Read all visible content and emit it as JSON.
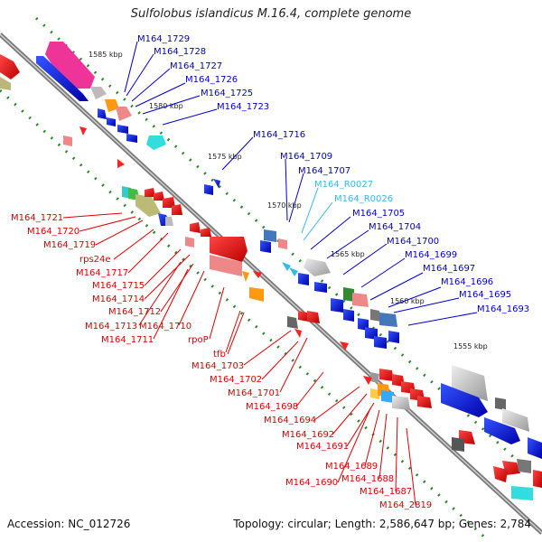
{
  "title": "Sulfolobus islandicus M.16.4, complete genome",
  "accession": "Accession: NC_012726",
  "footer": "Topology: circular; Length: 2,586,647 bp; Genes: 2,784",
  "colors": {
    "forward_label": "#0000cc",
    "reverse_label": "#dd0000",
    "rna_label": "#33bbee",
    "backbone": "#888888",
    "tick": "#228822"
  },
  "scale_labels": [
    "1585 kbp",
    "1580 kbp",
    "1575 kbp",
    "1570 kbp",
    "1565 kbp",
    "1560 kbp",
    "1555 kbp"
  ],
  "forward_labels": [
    "M164_1729",
    "M164_1728",
    "M164_1727",
    "M164_1726",
    "M164_1725",
    "M164_1723",
    "M164_1716",
    "M164_1709",
    "M164_1707",
    "M164_R0027",
    "M164_R0026",
    "M164_1705",
    "M164_1704",
    "M164_1700",
    "M164_1699",
    "M164_1697",
    "M164_1696",
    "M164_1695",
    "M164_1693"
  ],
  "reverse_labels_left": [
    "M164_1721",
    "M164_1720",
    "M164_1719",
    "rps24e",
    "M164_1717",
    "M164_1715",
    "M164_1714",
    "M164_1712",
    "M164_1713",
    "M164_1710",
    "M164_1711",
    "rpoP"
  ],
  "reverse_labels_lower": [
    "tfb",
    "M164_1703",
    "M164_1702",
    "M164_1701",
    "M164_1698",
    "M164_1694",
    "M164_1692",
    "M164_1691",
    "M164_1689",
    "M164_1688",
    "M164_1690",
    "M164_1687",
    "M164_2819"
  ]
}
